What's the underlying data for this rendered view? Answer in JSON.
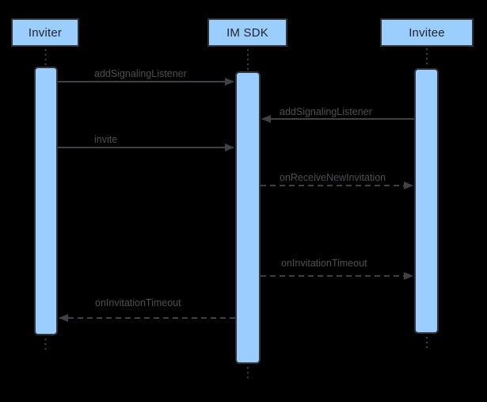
{
  "diagram": {
    "kind": "uml-sequence-diagram",
    "background_color": "#000000",
    "participant_fill_color": "#9bceff",
    "participant_border_color": "#2e3236",
    "line_color": "#3f4245",
    "message_label_color": "#4c4f53",
    "participant_text_color": "#22262b"
  },
  "participants": [
    {
      "label": "Inviter"
    },
    {
      "label": "IM SDK"
    },
    {
      "label": "Invitee"
    }
  ],
  "messages": [
    {
      "label": "addSignalingListener",
      "from": "Inviter",
      "to": "IM SDK",
      "line": "solid"
    },
    {
      "label": "addSignalingListener",
      "from": "Invitee",
      "to": "IM SDK",
      "line": "solid"
    },
    {
      "label": "invite",
      "from": "Inviter",
      "to": "IM SDK",
      "line": "solid"
    },
    {
      "label": "onReceiveNewInvitation",
      "from": "IM SDK",
      "to": "Invitee",
      "line": "dashed"
    },
    {
      "label": "onInvitationTimeout",
      "from": "IM SDK",
      "to": "Invitee",
      "line": "dashed"
    },
    {
      "label": "onInvitationTimeout",
      "from": "IM SDK",
      "to": "Inviter",
      "line": "dashed"
    }
  ]
}
